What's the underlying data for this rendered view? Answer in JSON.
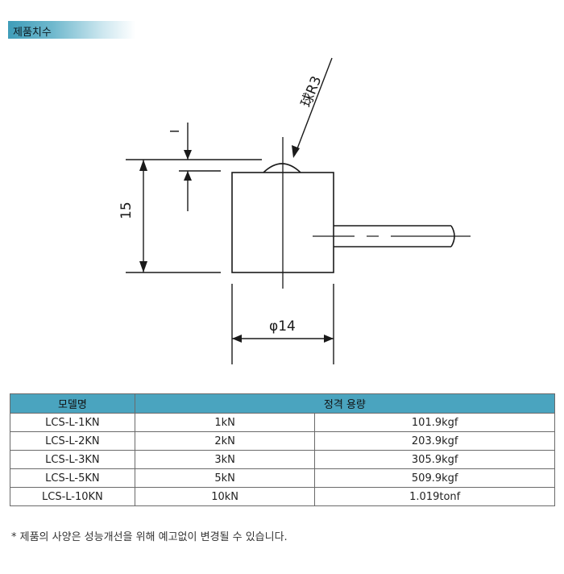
{
  "header": {
    "title": "제품치수"
  },
  "drawing": {
    "ball_label": "球R3",
    "top_dim": "I",
    "height_dim": "15",
    "diameter_dim": "φ14"
  },
  "table": {
    "headers": [
      "모델명",
      "정격 용량"
    ],
    "rows": [
      [
        "LCS-L-1KN",
        "1kN",
        "101.9kgf"
      ],
      [
        "LCS-L-2KN",
        "2kN",
        "203.9kgf"
      ],
      [
        "LCS-L-3KN",
        "3kN",
        "305.9kgf"
      ],
      [
        "LCS-L-5KN",
        "5kN",
        "509.9kgf"
      ],
      [
        "LCS-L-10KN",
        "10kN",
        "1.019tonf"
      ]
    ]
  },
  "note": "* 제품의 사양은 성능개선을 위해 예고없이 변경될 수 있습니다."
}
